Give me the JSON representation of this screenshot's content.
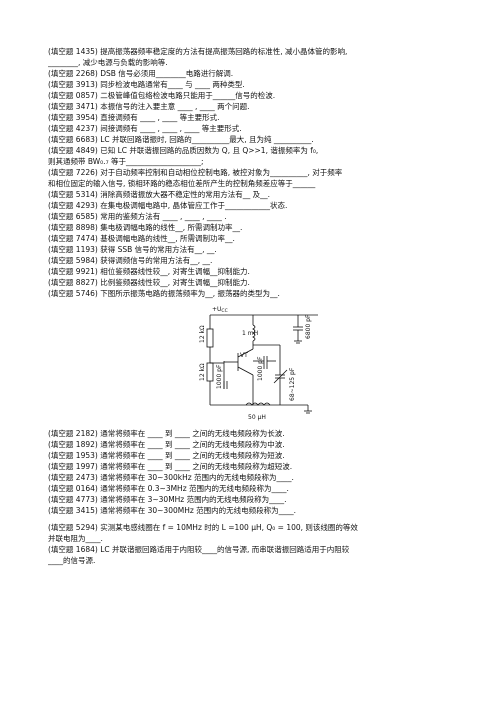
{
  "lines_top": [
    {
      "tag": "(填空题 1435)",
      "text": "提高振荡器频率稳定度的方法有提高振荡回路的标准性, 减小晶体管的影响,"
    },
    {
      "tag": "",
      "text": "________, 减少电源与负载的影响等."
    },
    {
      "tag": "(填空题 2268)",
      "text": "DSB 信号必须用________电路进行解调."
    },
    {
      "tag": "(填空题 3913)",
      "text": "同步检波电路通常有____ 与 ____ 两种类型."
    },
    {
      "tag": "(填空题 0857)",
      "text": "二极管峰值包络检波电路只能用于______信号的检波."
    },
    {
      "tag": "(填空题 3471)",
      "text": "本振信号的注入要主意 ____ , ____ 两个问题."
    },
    {
      "tag": "(填空题 3954)",
      "text": "直接调频有 ____ , ____ 等主要形式."
    },
    {
      "tag": "(填空题 4237)",
      "text": "间接调频有 ____ , ____ , ____ 等主要形式."
    },
    {
      "tag": "(填空题 6683)",
      "text": "LC 并联回路谐振时, 回路的__________最大, 且为纯 __________."
    },
    {
      "tag": "(填空题 4849)",
      "text": "已知 LC 并联谐振回路的品质因数为 Q, 且 Q>>1, 谐振频率为 f₀,"
    },
    {
      "tag": "",
      "text": "则其通频带 BW₀.₇ 等于____________________;"
    },
    {
      "tag": "(填空题 7226)",
      "text": "对于自动频率控制和自动相位控制电路, 被控对象为__________, 对于频率"
    },
    {
      "tag": "",
      "text": "和相位固定的输入信号, 锁相环路的稳态相位差所产生的控制角频差应等于______"
    },
    {
      "tag": "(填空题 5314)",
      "text": "消除高频谐振放大器不稳定性的常用方法有__ 及__."
    },
    {
      "tag": "(填空题 4293)",
      "text": "在集电极调幅电路中, 晶体管应工作于____________状态."
    },
    {
      "tag": "(填空题 6585)",
      "text": "常用的鉴频方法有 ____ , ____ , ____ ."
    },
    {
      "tag": "(填空题 8898)",
      "text": "集电极调幅电路的线性__, 所需调制功率__."
    },
    {
      "tag": "(填空题 7474)",
      "text": "基极调幅电路的线性__, 所需调制功率__."
    },
    {
      "tag": "(填空题 1193)",
      "text": "获得 SSB 信号的常用方法有__, __."
    },
    {
      "tag": "(填空题 5984)",
      "text": "获得调频信号的常用方法有__, __."
    },
    {
      "tag": "(填空题 9921)",
      "text": "相位鉴频器线性较__, 对寄生调幅__抑制能力."
    },
    {
      "tag": "(填空题 8827)",
      "text": "比例鉴频器线性较__, 对寄生调幅__抑制能力."
    },
    {
      "tag": "(填空题 5746)",
      "text": "下图所示振荡电路的振荡频率为__, 振荡器的类型为__."
    }
  ],
  "circuit": {
    "vcc": "+U",
    "vcc_sub": "CC",
    "r1": "12 kΩ",
    "r2": "12 kΩ",
    "l1": "1 mH",
    "l2": "50 μH",
    "c1": "6800 pF",
    "c2": "1000 pF",
    "c3": "1000 pF",
    "c4": "68~125 pF",
    "vt": "VT"
  },
  "lines_bottom": [
    {
      "tag": "(填空题 2182)",
      "text": "通常将频率在 ____ 到 ____ 之间的无线电频段称为长波."
    },
    {
      "tag": "(填空题 1892)",
      "text": "通常将频率在 ____ 到 ____ 之间的无线电频段称为中波."
    },
    {
      "tag": "(填空题 1953)",
      "text": "通常将频率在 ____ 到 ____ 之间的无线电频段称为短波."
    },
    {
      "tag": "(填空题 1997)",
      "text": "通常将频率在 ____ 到 ____ 之间的无线电频段称为超短波."
    },
    {
      "tag": "(填空题 2473)",
      "text": "通常将频率在 30~300kHz 范围内的无线电频段称为____."
    },
    {
      "tag": "(填空题 0164)",
      "text": "通常将频率在 0.3~3MHz 范围内的无线电频段称为____."
    },
    {
      "tag": "(填空题 4773)",
      "text": "通常将频率在 3~30MHz 范围内的无线电频段称为____."
    },
    {
      "tag": "(填空题 3415)",
      "text": "通常将频率在 30~300MHz 范围内的无线电频段称为____."
    }
  ],
  "lines_last": [
    {
      "tag": "(填空题 5294)",
      "text": "实测某电感线圈在 f = 10MHz 时的 L =100 μH, Q₀ = 100, 则该线圈的等效"
    },
    {
      "tag": "",
      "text": "并联电阻为____."
    },
    {
      "tag": "(填空题 1684)",
      "text": "LC 并联谐振回路适用于内阻较____的信号源, 而串联谐振回路适用于内阻较"
    },
    {
      "tag": "",
      "text": "____的信号源."
    }
  ]
}
